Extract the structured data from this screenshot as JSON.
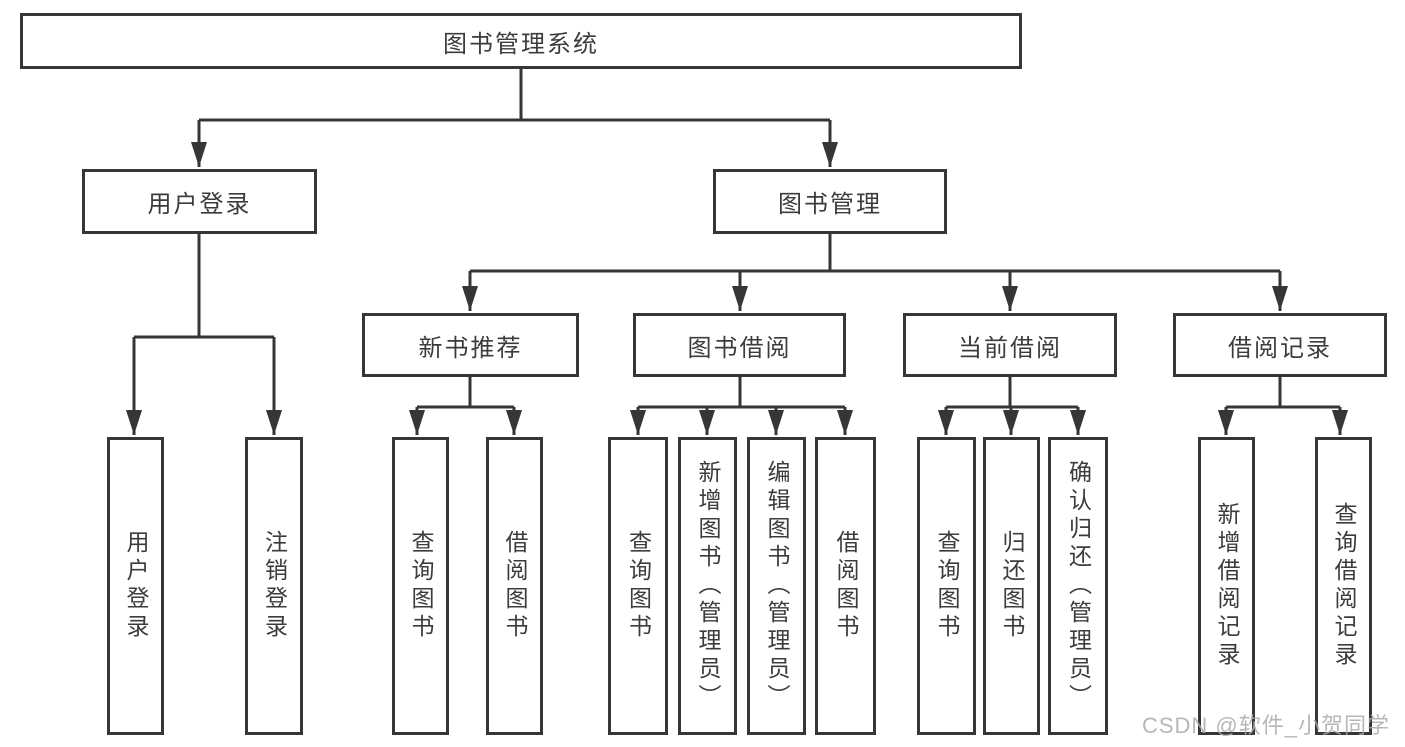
{
  "diagram_type": "hierarchy-tree",
  "tree": {
    "label": "图书管理系统",
    "children": [
      {
        "label": "用户登录",
        "children": [
          {
            "label": "用户登录"
          },
          {
            "label": "注销登录"
          }
        ]
      },
      {
        "label": "图书管理",
        "children": [
          {
            "label": "新书推荐",
            "children": [
              {
                "label": "查询图书"
              },
              {
                "label": "借阅图书"
              }
            ]
          },
          {
            "label": "图书借阅",
            "children": [
              {
                "label": "查询图书"
              },
              {
                "label": "新增图书（管理员）"
              },
              {
                "label": "编辑图书（管理员）"
              },
              {
                "label": "借阅图书"
              }
            ]
          },
          {
            "label": "当前借阅",
            "children": [
              {
                "label": "查询图书"
              },
              {
                "label": "归还图书"
              },
              {
                "label": "确认归还（管理员）"
              }
            ]
          },
          {
            "label": "借阅记录",
            "children": [
              {
                "label": "新增借阅记录"
              },
              {
                "label": "查询借阅记录"
              }
            ]
          }
        ]
      }
    ]
  },
  "watermark": {
    "text": "CSDN @软件_小贺同学"
  },
  "colors": {
    "line": "#363636",
    "box_border": "#363636",
    "text": "#3c3c3c",
    "background": "#ffffff",
    "watermark": "#aaaaaa"
  }
}
